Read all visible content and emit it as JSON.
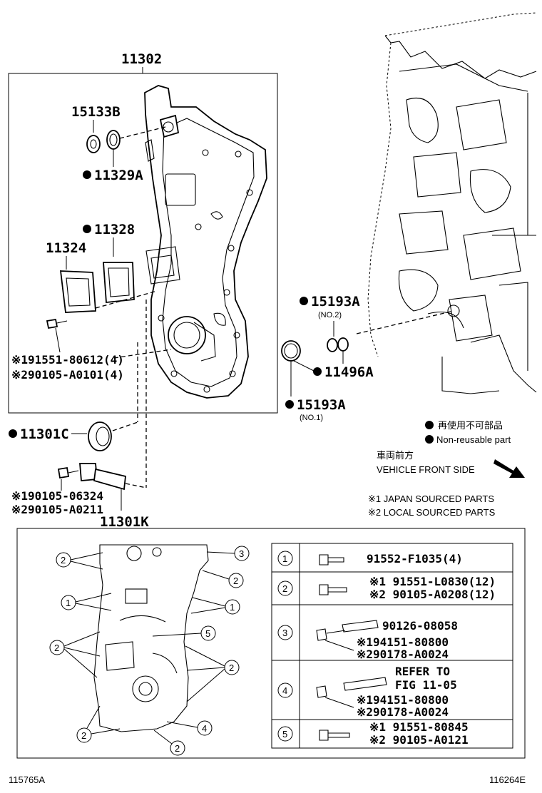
{
  "main_part": "11302",
  "parts": {
    "p15133B": "15133B",
    "p11329A": "11329A",
    "p11328": "11328",
    "p11324": "11324",
    "bolt_a_1": "※191551-80612(4)",
    "bolt_a_2": "※290105-A0101(4)",
    "p11301C": "11301C",
    "bolt_b_1": "※190105-06324",
    "bolt_b_2": "※290105-A0211",
    "p11301K": "11301K",
    "p15193A_no2": "15193A",
    "no2": "(NO.2)",
    "p11496A": "11496A",
    "p15193A_no1": "15193A",
    "no1": "(NO.1)"
  },
  "legend": {
    "jp_nonreusable": "再使用不可部品",
    "en_nonreusable": "Non-reusable part",
    "front_jp": "車両前方",
    "front_en": "VEHICLE FRONT SIDE",
    "note1": "※1 JAPAN SOURCED PARTS",
    "note2": "※2 LOCAL SOURCED PARTS"
  },
  "callouts": [
    "1",
    "2",
    "3",
    "4",
    "5"
  ],
  "table": [
    {
      "num": "1",
      "lines": [
        "91552-F1035(4)"
      ]
    },
    {
      "num": "2",
      "lines": [
        "※1 91551-L0830(12)",
        "※2 90105-A0208(12)"
      ]
    },
    {
      "num": "3",
      "lines": [
        "90126-08058",
        "※194151-80800",
        "※290178-A0024"
      ]
    },
    {
      "num": "4",
      "lines": [
        "REFER TO",
        "FIG 11-05",
        "※194151-80800",
        "※290178-A0024"
      ]
    },
    {
      "num": "5",
      "lines": [
        "※1 91551-80845",
        "※2 90105-A0121"
      ]
    }
  ],
  "footer": {
    "left_code": "115765A",
    "right_code": "116264E"
  }
}
